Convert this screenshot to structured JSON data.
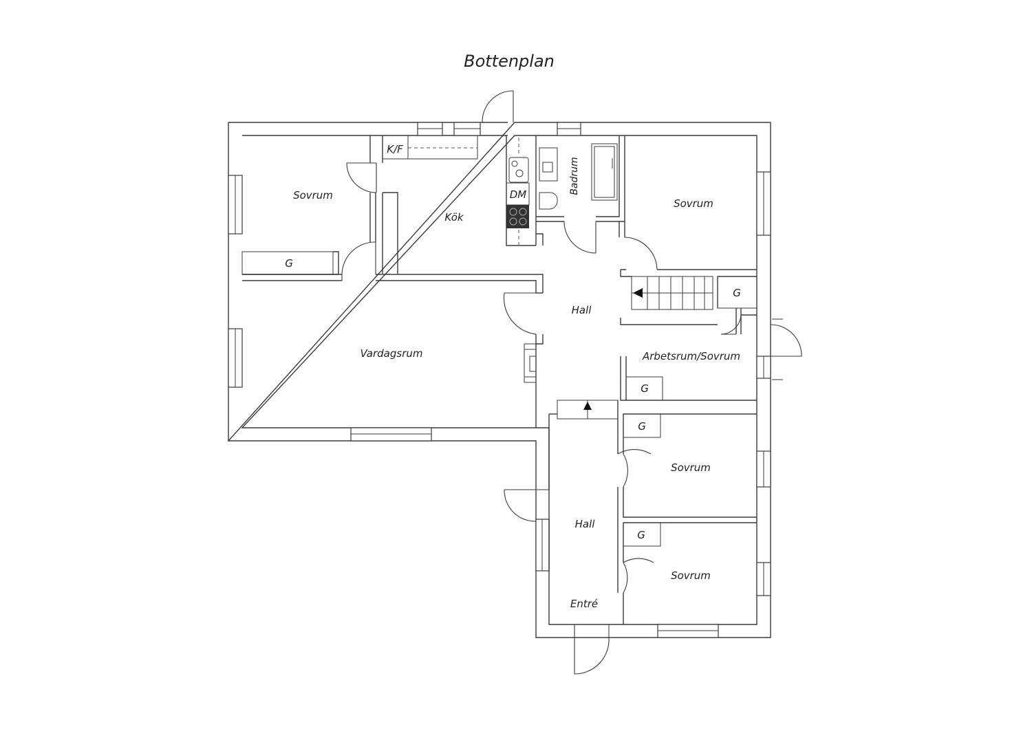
{
  "title": "Bottenplan",
  "rooms": {
    "sovrum_nw": "Sovrum",
    "kok": "Kök",
    "kf": "K/F",
    "dm": "DM",
    "badrum": "Badrum",
    "sovrum_ne": "Sovrum",
    "g_nw": "G",
    "hall_upper": "Hall",
    "g_stair": "G",
    "vardagsrum": "Vardagsrum",
    "arbetsrum": "Arbetsrum/Sovrum",
    "g_arbetsrum": "G",
    "g_sovrum_mid": "G",
    "sovrum_mid": "Sovrum",
    "hall_lower": "Hall",
    "g_sovrum_se": "G",
    "sovrum_se": "Sovrum",
    "entre": "Entré"
  }
}
